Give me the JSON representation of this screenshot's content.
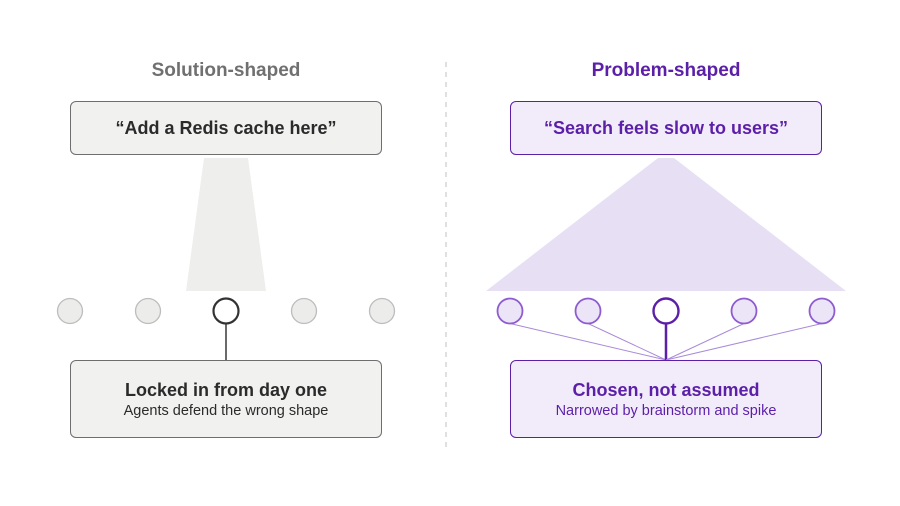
{
  "colors": {
    "neutral_text": "#707070",
    "dark_text": "#2b2b2b",
    "neutral_box_fill": "#f1f1ef",
    "neutral_border": "#6e6e6e",
    "neutral_cone": "#eeeeec",
    "neutral_dot_fill": "#ececea",
    "neutral_dot_stroke": "#bdbdbd",
    "accent": "#5b1fa8",
    "accent_box_fill": "#f2ecfa",
    "accent_cone": "#e7dff4",
    "accent_dot_fill": "#ece4f7",
    "accent_dot_stroke": "#8e5bd0",
    "accent_line": "#a98ad8",
    "divider": "#d6d6d6"
  },
  "left": {
    "heading": "Solution-shaped",
    "quote": "“Add a Redis cache here”",
    "dot_count": 5,
    "selected_index": 2,
    "outcome_title": "Locked in from day one",
    "outcome_subtitle": "Agents defend the wrong shape"
  },
  "right": {
    "heading": "Problem-shaped",
    "quote": "“Search feels slow to users”",
    "dot_count": 5,
    "selected_index": 2,
    "outcome_title": "Chosen, not assumed",
    "outcome_subtitle": "Narrowed by brainstorm and spike"
  }
}
